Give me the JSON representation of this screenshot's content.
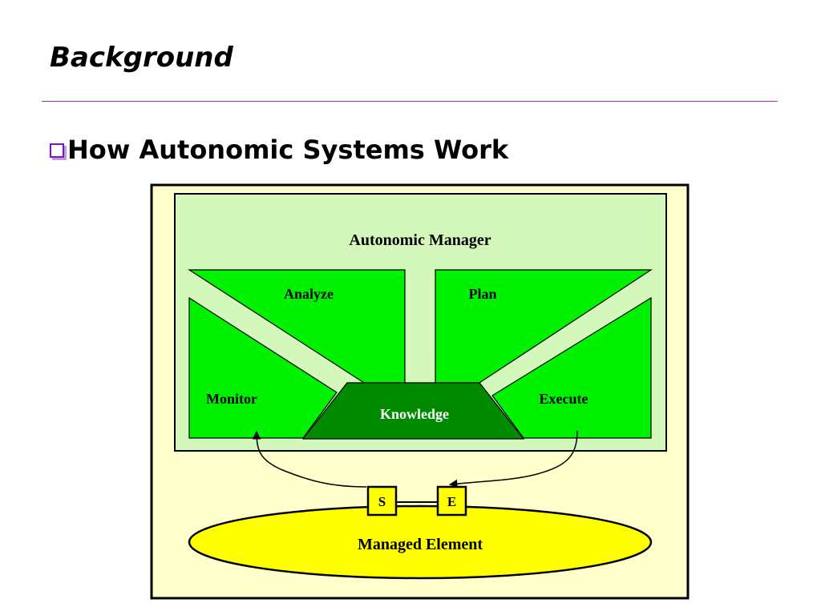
{
  "slide": {
    "title": "Background",
    "bullet": "How Autonomic Systems Work"
  },
  "diagram": {
    "manager_label": "Autonomic Manager",
    "analyze_label": "Analyze",
    "plan_label": "Plan",
    "monitor_label": "Monitor",
    "execute_label": "Execute",
    "knowledge_label": "Knowledge",
    "sensor_label": "S",
    "effector_label": "E",
    "managed_element_label": "Managed Element"
  },
  "colors": {
    "outer_fill": "#ffffcc",
    "manager_fill": "#d4f7bc",
    "phase_fill": "#00f200",
    "knowledge_fill": "#008a00",
    "element_fill": "#ffff00",
    "rule": "#9b30c8",
    "bullet": "#7b16c4"
  }
}
